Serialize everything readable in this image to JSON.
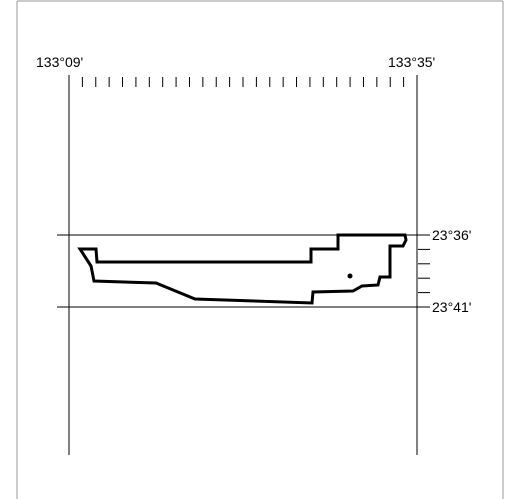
{
  "map": {
    "longitude_labels": {
      "west": "133°09'",
      "east": "133°35'"
    },
    "latitude_labels": {
      "north": "23°36'",
      "south": "23°41'"
    },
    "longitude_tick_count": 27,
    "latitude_minor_tick_count": 4,
    "colors": {
      "line": "#000000",
      "frame": "#999999",
      "background": "#ffffff"
    }
  }
}
